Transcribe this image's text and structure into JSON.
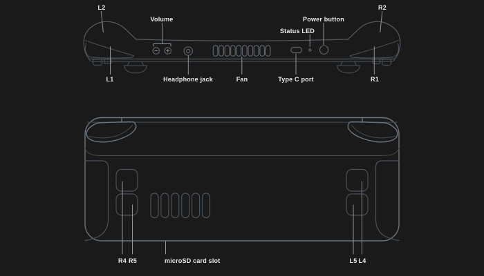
{
  "title": "Handheld console hardware callout diagram",
  "background_color": "#1a1a1a",
  "colors": {
    "background": "#1a1a1a",
    "top_view_outline": "#51585f",
    "back_view_outline": "#6b7682",
    "detail_line": "#4a525b",
    "leader_line": "#90959b",
    "label_text": "#e9ebed"
  },
  "top_view": {
    "name": "top-edge-view",
    "callouts": {
      "l2": "L2",
      "l1": "L1",
      "volume": "Volume",
      "headphone_jack": "Headphone jack",
      "fan": "Fan",
      "type_c_port": "Type C port",
      "status_led": "Status LED",
      "power_button": "Power button",
      "r2": "R2",
      "r1": "R1"
    },
    "icons": {
      "volume_minus": "−",
      "volume_plus": "+"
    }
  },
  "back_view": {
    "name": "back-view",
    "callouts": {
      "r4": "R4",
      "r5": "R5",
      "microsd_card_slot": "microSD card slot",
      "l5": "L5",
      "l4": "L4"
    }
  }
}
